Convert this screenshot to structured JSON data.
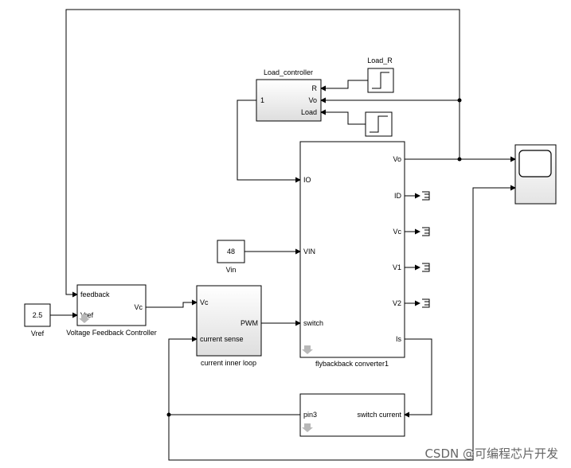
{
  "blocks": {
    "load_controller": {
      "title": "Load_controller",
      "in_port": "1",
      "out_r": "R",
      "out_vo": "Vo",
      "out_load": "Load"
    },
    "load_r": {
      "title": "Load_R"
    },
    "flyback": {
      "title": "flybackback converter1",
      "io": "IO",
      "vin": "VIN",
      "switch": "switch",
      "vo": "Vo",
      "id": "ID",
      "vc": "Vc",
      "v1": "V1",
      "v2": "V2",
      "is": "Is"
    },
    "vin": {
      "value": "48",
      "title": "Vin"
    },
    "vfc": {
      "title": "Voltage Feedback Controller",
      "feedback": "feedback",
      "vref": "Vref",
      "vc": "Vc"
    },
    "vref": {
      "value": "2.5",
      "title": "Vref"
    },
    "cil": {
      "title": "current inner loop",
      "vc": "Vc",
      "current_sense": "current sense",
      "pwm": "PWM"
    },
    "sw": {
      "pin3": "pin3",
      "switch_current": "switch current"
    }
  },
  "watermark": "CSDN @可编程芯片开发",
  "colors": {
    "block_fill": "#ffffff",
    "subsystem_fill": "#e6e6e6",
    "line": "#000000",
    "watermark": "#666666"
  }
}
